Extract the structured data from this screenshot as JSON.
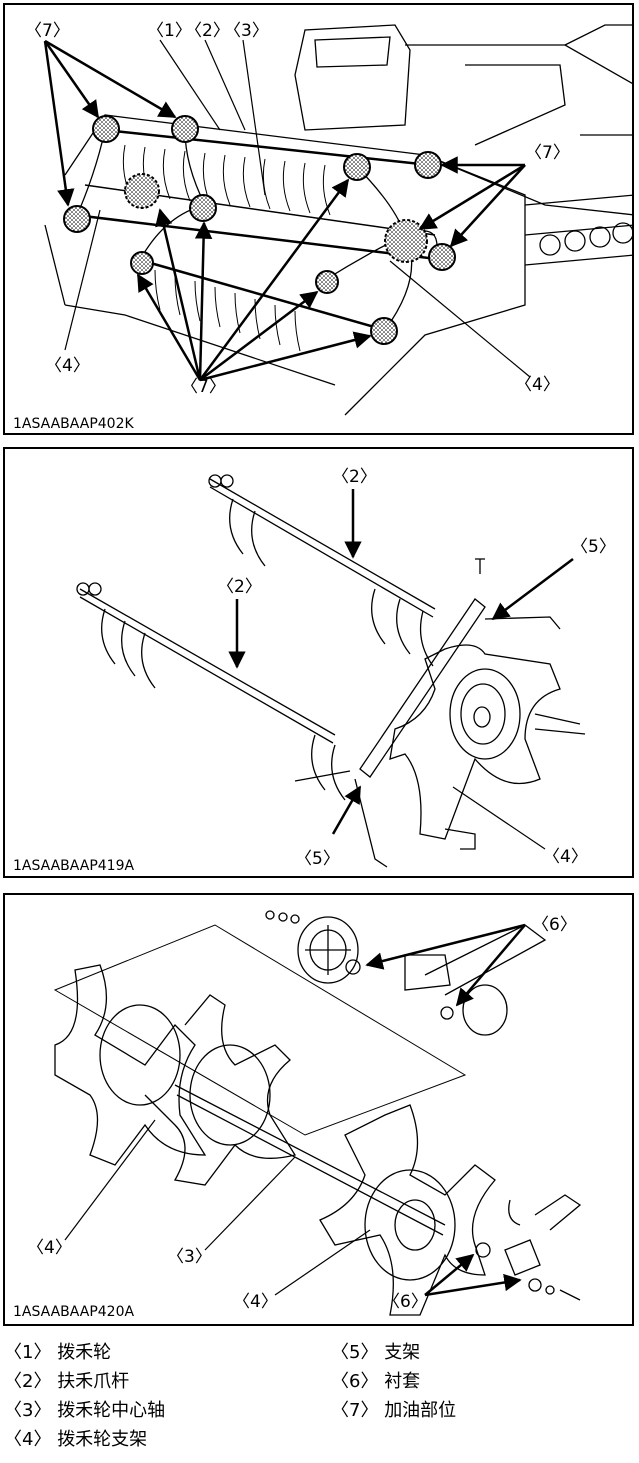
{
  "figures": [
    {
      "code": "1ASAABAAP402K",
      "callouts": [
        "〈7〉",
        "〈1〉",
        "〈2〉",
        "〈3〉",
        "〈7〉",
        "〈4〉",
        "〈7〉",
        "〈4〉"
      ]
    },
    {
      "code": "1ASAABAAP419A",
      "callouts": [
        "〈2〉",
        "〈2〉",
        "〈5〉",
        "〈5〉",
        "〈4〉"
      ]
    },
    {
      "code": "1ASAABAAP420A",
      "callouts": [
        "〈6〉",
        "〈4〉",
        "〈3〉",
        "〈4〉",
        "〈6〉"
      ]
    }
  ],
  "legend": {
    "left": [
      {
        "num": "〈1〉",
        "text": "拨禾轮"
      },
      {
        "num": "〈2〉",
        "text": "扶禾爪杆"
      },
      {
        "num": "〈3〉",
        "text": "拨禾轮中心轴"
      },
      {
        "num": "〈4〉",
        "text": "拨禾轮支架"
      }
    ],
    "right": [
      {
        "num": "〈5〉",
        "text": "支架"
      },
      {
        "num": "〈6〉",
        "text": "衬套"
      },
      {
        "num": "〈7〉",
        "text": "加油部位"
      }
    ]
  }
}
